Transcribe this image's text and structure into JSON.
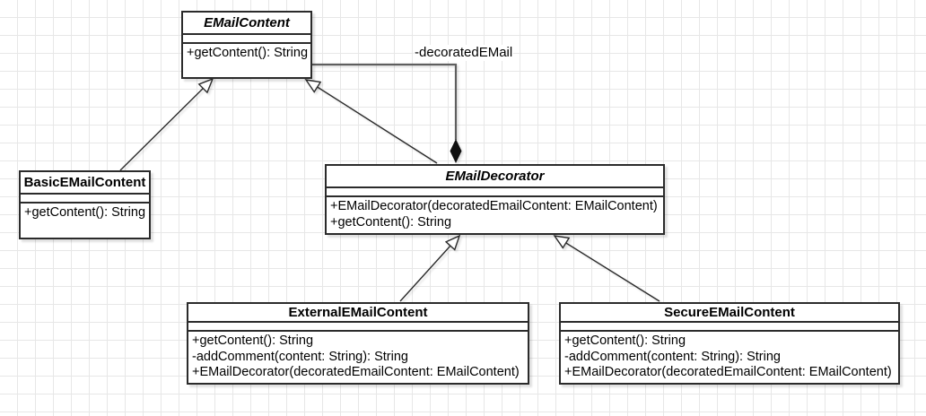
{
  "diagram": {
    "type": "uml-class-diagram",
    "classes": [
      {
        "name": "EMailContent",
        "abstract": true,
        "attributes": [],
        "methods": [
          "+getContent(): String"
        ]
      },
      {
        "name": "BasicEMailContent",
        "abstract": false,
        "attributes": [],
        "methods": [
          "+getContent(): String"
        ]
      },
      {
        "name": "EMailDecorator",
        "abstract": true,
        "attributes": [],
        "methods": [
          "+EMailDecorator(decoratedEmailContent: EMailContent)",
          "+getContent(): String"
        ]
      },
      {
        "name": "ExternalEMailContent",
        "abstract": false,
        "attributes": [],
        "methods": [
          "+getContent(): String",
          "-addComment(content: String): String",
          "+EMailDecorator(decoratedEmailContent: EMailContent)"
        ]
      },
      {
        "name": "SecureEMailContent",
        "abstract": false,
        "attributes": [],
        "methods": [
          "+getContent(): String",
          "-addComment(content: String): String",
          "+EMailDecorator(decoratedEmailContent: EMailContent)"
        ]
      }
    ],
    "edges": [
      {
        "type": "generalization",
        "from": "BasicEMailContent",
        "to": "EMailContent",
        "label": ""
      },
      {
        "type": "generalization",
        "from": "EMailDecorator",
        "to": "EMailContent",
        "label": ""
      },
      {
        "type": "composition",
        "from": "EMailDecorator",
        "to": "EMailContent",
        "label": "-decoratedEMail"
      },
      {
        "type": "generalization",
        "from": "ExternalEMailContent",
        "to": "EMailDecorator",
        "label": ""
      },
      {
        "type": "generalization",
        "from": "SecureEMailContent",
        "to": "EMailDecorator",
        "label": ""
      }
    ],
    "colors": {
      "canvas_bg": "#ffffff",
      "grid_line": "#e7e7e7",
      "box_fill": "#ffffff",
      "box_border": "#2b2b2b",
      "generalization_line": "#2b2b2b",
      "composition_line": "#5f5f5f",
      "diamond_fill": "#111111"
    }
  }
}
